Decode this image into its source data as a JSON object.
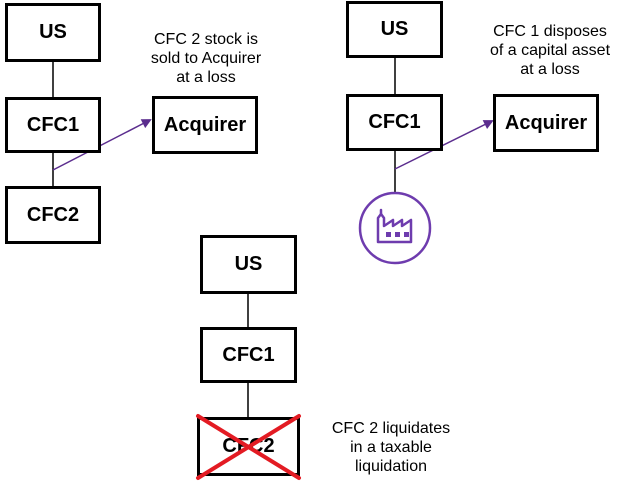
{
  "colors": {
    "box_border": "#000000",
    "connector": "#000000",
    "arrow": "#5b2d8e",
    "factory_icon": "#6e3cae",
    "cross": "#e31b23"
  },
  "scenario_1": {
    "us_label": "US",
    "cfc1_label": "CFC1",
    "cfc2_label": "CFC2",
    "acquirer_label": "Acquirer",
    "note_lines": [
      "CFC 2 stock is",
      "sold to Acquirer",
      "at a loss"
    ]
  },
  "scenario_2": {
    "us_label": "US",
    "cfc1_label": "CFC1",
    "acquirer_label": "Acquirer",
    "asset_icon": "factory-icon",
    "note_lines": [
      "CFC 1 disposes",
      "of a capital asset",
      "at a loss"
    ]
  },
  "scenario_3": {
    "us_label": "US",
    "cfc1_label": "CFC1",
    "cfc2_label": "CFC2",
    "cfc2_status": "crossed-out",
    "note_lines": [
      "CFC 2 liquidates",
      "in a taxable",
      "liquidation"
    ]
  }
}
